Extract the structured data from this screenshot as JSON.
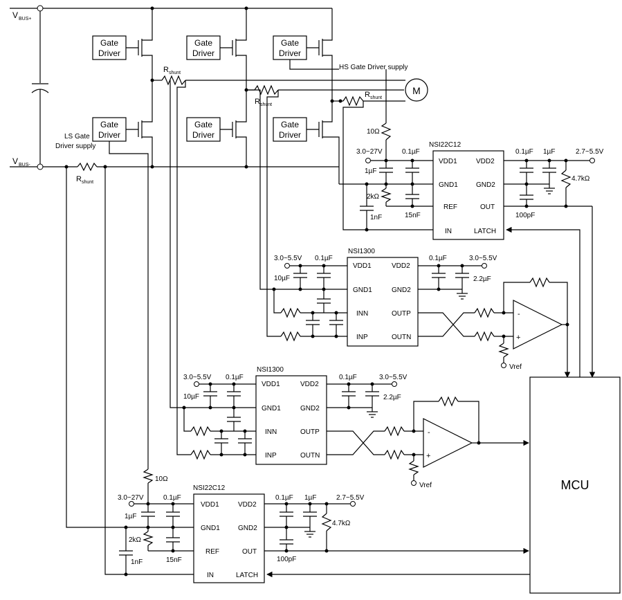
{
  "power": {
    "vbus_plus": "V",
    "vbus_plus_sub": "BUS+",
    "vbus_minus": "V",
    "vbus_minus_sub": "BUS-"
  },
  "gate_driver": {
    "line1": "Gate",
    "line2": "Driver"
  },
  "shunt": {
    "main": "R",
    "sub": "shunt"
  },
  "supplies": {
    "hs": "HS Gate Driver supply",
    "ls_line1": "LS Gate",
    "ls_line2": "Driver supply"
  },
  "motor": "M",
  "mcu": "MCU",
  "amp": {
    "minus": "-",
    "plus": "+"
  },
  "vref": "Vref",
  "nsi22c12": {
    "title": "NSI22C12",
    "left_pins": [
      "VDD1",
      "GND1",
      "REF",
      "IN"
    ],
    "right_pins": [
      "VDD2",
      "GND2",
      "OUT",
      "LATCH"
    ],
    "vin": "3.0~27V",
    "vout": "2.7~5.5V",
    "c_vdd1": "0.1µF",
    "c_1u": "1µF",
    "r_2k": "2kΩ",
    "c_1n": "1nF",
    "c_15n": "15nF",
    "c_vdd2": "0.1µF",
    "c_vdd2b": "1µF",
    "r_pull": "4.7kΩ",
    "c_100p": "100pF",
    "r_10": "10Ω"
  },
  "nsi1300": {
    "title": "NSI1300",
    "left_pins": [
      "VDD1",
      "GND1",
      "INN",
      "INP"
    ],
    "right_pins": [
      "VDD2",
      "GND2",
      "OUTP",
      "OUTN"
    ],
    "vin": "3.0~5.5V",
    "vout": "3.0~5.5V",
    "c_vdd1": "0.1µF",
    "c_10u": "10µF",
    "c_vdd2": "0.1µF",
    "c_2u2": "2.2µF"
  }
}
